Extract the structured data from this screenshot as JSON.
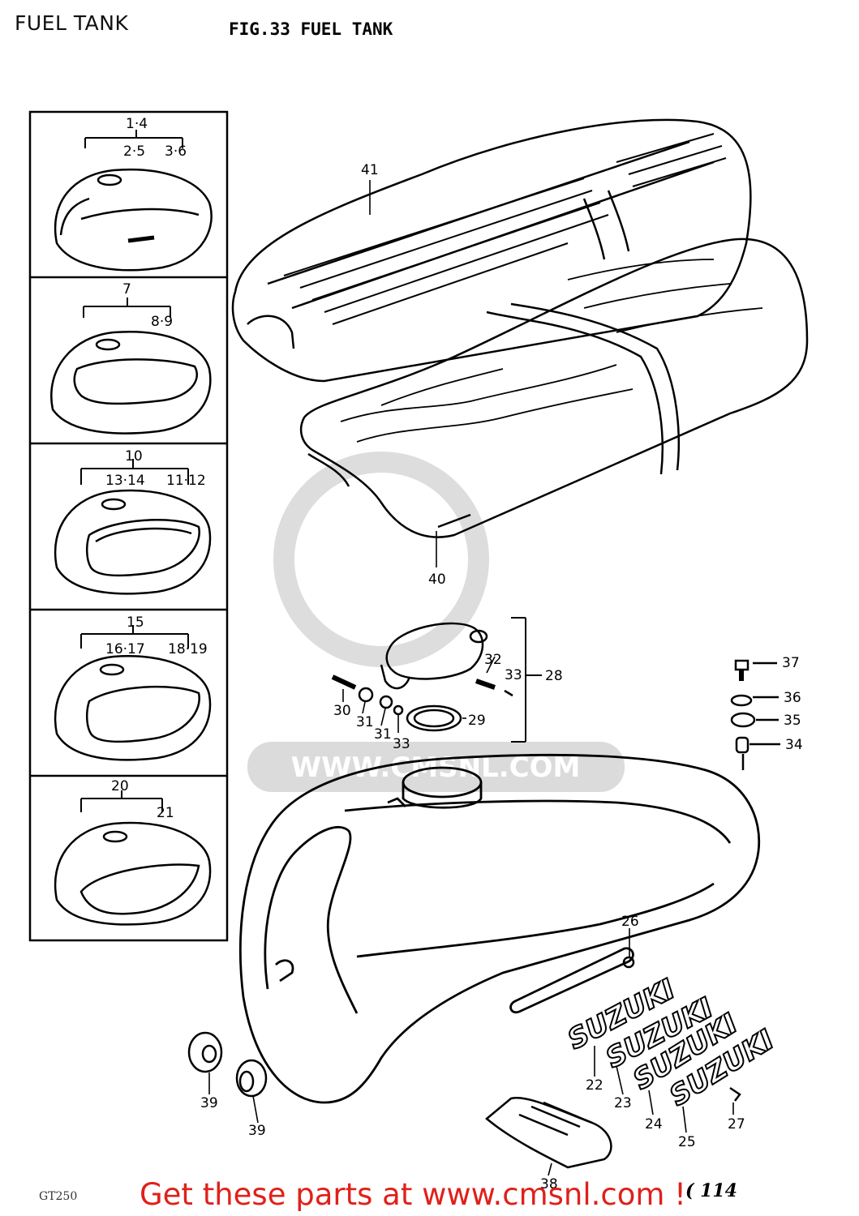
{
  "header": {
    "caption": "FUEL TANK",
    "figure_title": "FIG.33  FUEL TANK"
  },
  "watermark": {
    "text": "WWW.CMSNL.COM"
  },
  "variant_boxes": [
    {
      "group_label": "1·4",
      "sub_labels": [
        "2·5",
        "3·6"
      ]
    },
    {
      "group_label": "7",
      "sub_labels": [
        "8·9"
      ]
    },
    {
      "group_label": "10",
      "sub_labels": [
        "13·14",
        "11·12"
      ]
    },
    {
      "group_label": "15",
      "sub_labels": [
        "16·17",
        "18·19"
      ]
    },
    {
      "group_label": "20",
      "sub_labels": [
        "21"
      ]
    }
  ],
  "callouts": {
    "c41": "41",
    "c40": "40",
    "c37": "37",
    "c36": "36",
    "c35": "35",
    "c34": "34",
    "c32": "32",
    "c33a": "33",
    "c28": "28",
    "c30": "30",
    "c31a": "31",
    "c31b": "31",
    "c33b": "33",
    "c29": "29",
    "c26": "26",
    "c22": "22",
    "c23": "23",
    "c24": "24",
    "c25": "25",
    "c27": "27",
    "c39a": "39",
    "c39b": "39",
    "c38": "38"
  },
  "emblem_text": "SUZUKI",
  "footer": {
    "model_code": "GT250",
    "page_number": "( 114",
    "cta": "Get these parts at www.cmsnl.com !"
  }
}
